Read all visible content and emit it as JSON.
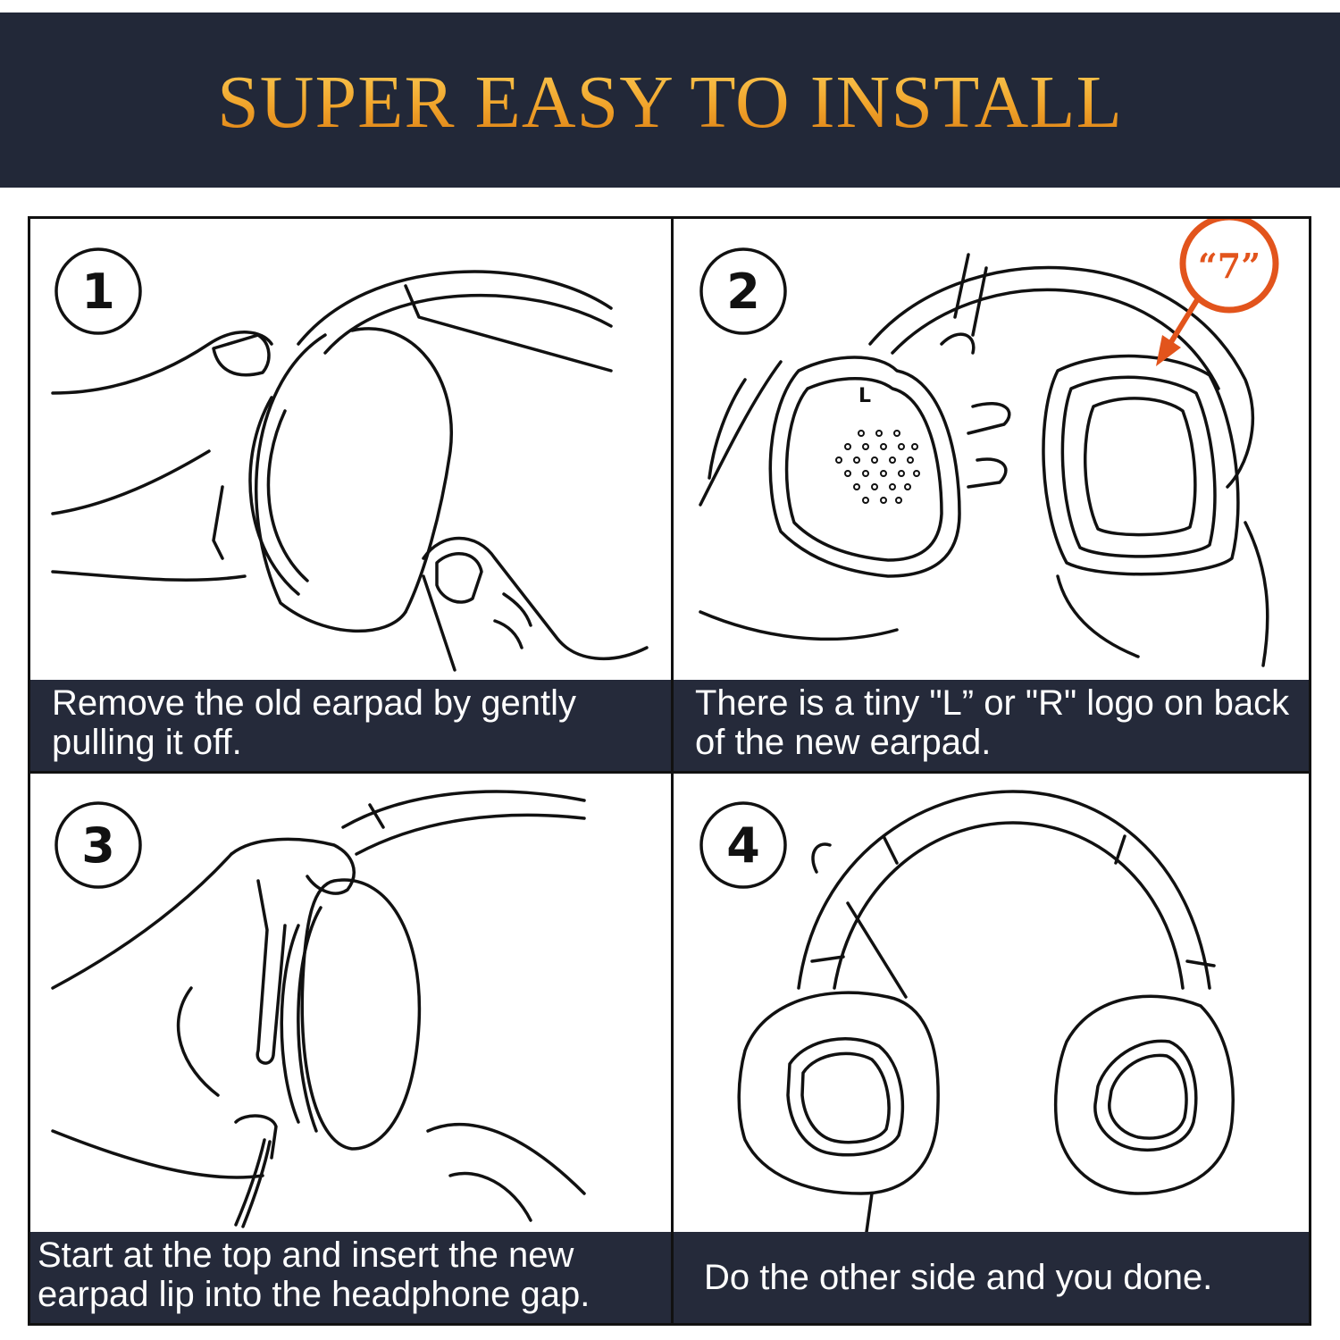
{
  "title": "SUPER EASY TO INSTALL",
  "steps": [
    {
      "number": "1",
      "caption": "Remove the old earpad by gently pulling it off."
    },
    {
      "number": "2",
      "caption": "There is a tiny \"L” or \"R\" logo on back of the new earpad."
    },
    {
      "number": "3",
      "caption": "Start at the top and insert the new earpad lip into the headphone gap."
    },
    {
      "number": "4",
      "caption": "Do the other side and you done."
    }
  ],
  "callout": {
    "text": "“7”",
    "pad_mark": "L"
  },
  "colors": {
    "banner": "#222838",
    "caption_bg": "#252a3a",
    "title_gold": "#f0a32a",
    "callout_red": "#e2541c"
  }
}
